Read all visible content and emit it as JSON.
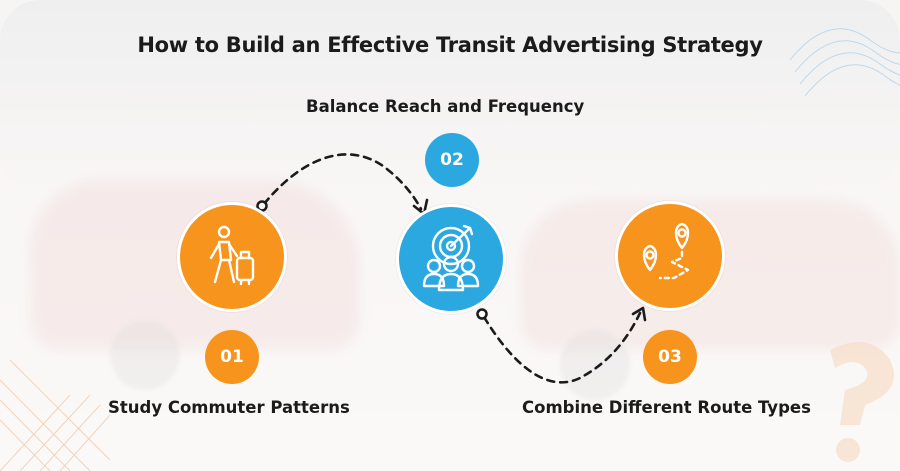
{
  "title": "How to Build an Effective Transit Advertising Strategy",
  "colors": {
    "orange": "#F7941D",
    "blue": "#2CA8E0",
    "text": "#1B1B1B"
  },
  "steps": [
    {
      "number": "01",
      "label": "Study Commuter Patterns",
      "icon": "traveler-with-luggage-icon",
      "color": "#F7941D"
    },
    {
      "number": "02",
      "label": "Balance Reach and Frequency",
      "icon": "target-audience-icon",
      "color": "#2CA8E0"
    },
    {
      "number": "03",
      "label": "Combine Different Route Types",
      "icon": "route-map-pins-icon",
      "color": "#F7941D"
    }
  ]
}
